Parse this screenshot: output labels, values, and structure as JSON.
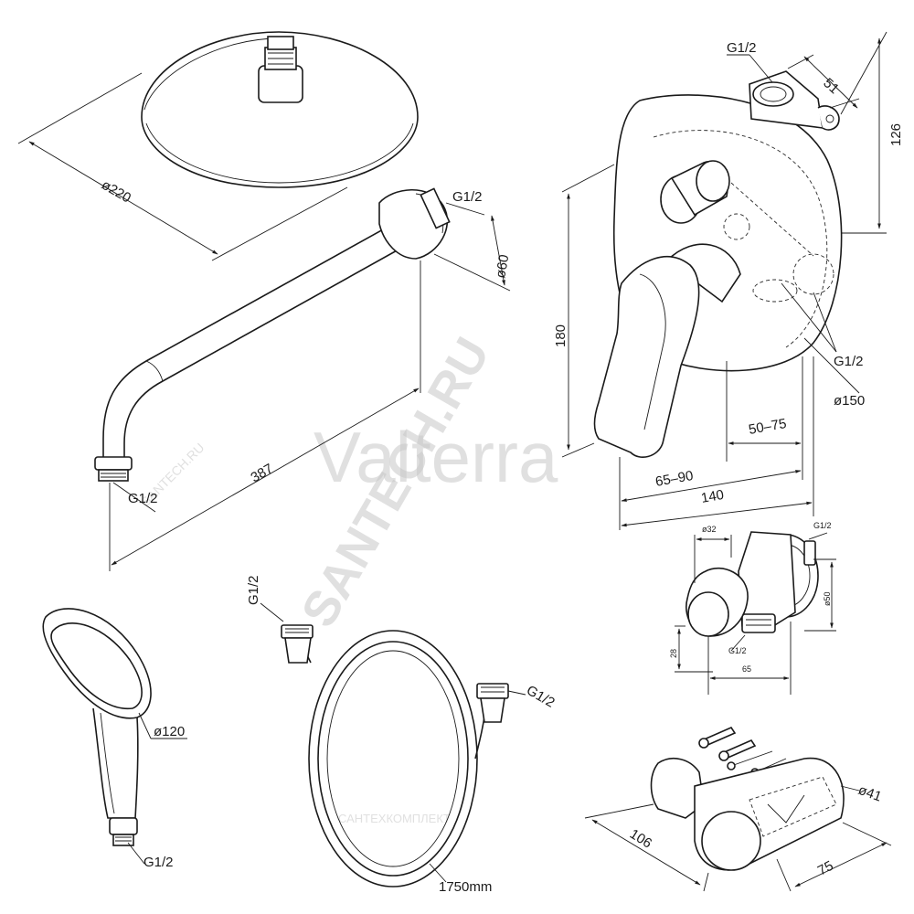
{
  "watermark": {
    "brand": "Valterra",
    "site": "SANTECH.RU",
    "small_site": "SANTECH.RU",
    "small_brand": "САНТЕХКОМПЛЕКТ"
  },
  "overhead_shower": {
    "diameter": "ø220"
  },
  "shower_arm": {
    "thread_top": "G1/2",
    "flange_diameter": "ø60",
    "length": "387",
    "thread_bottom": "G1/2"
  },
  "mixer": {
    "thread_top": "G1/2",
    "depth_51": "51",
    "height_126": "126",
    "height_180": "180",
    "thread_outlet": "G1/2",
    "plate_diameter": "ø150",
    "depth_50_75": "50–75",
    "depth_65_90": "65–90",
    "width_140": "140"
  },
  "wall_outlet": {
    "dia_32": "ø32",
    "thread_top": "G1/2",
    "dia_50": "ø50",
    "height_28": "28",
    "thread_bottom": "G1/2",
    "length_65": "65"
  },
  "hand_shower": {
    "diameter": "ø120",
    "thread": "G1/2"
  },
  "hose": {
    "thread_left": "G1/2",
    "thread_right": "G1/2",
    "length": "1750mm"
  },
  "holder": {
    "diameter": "ø41",
    "length_106": "106",
    "length_75": "75"
  }
}
